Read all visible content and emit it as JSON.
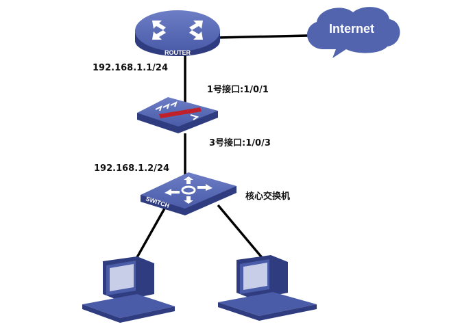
{
  "devices": {
    "router_label": "ROUTER",
    "switch_label": "SWITCH",
    "cloud_label": "Internet"
  },
  "labels": {
    "router_ip": "192.168.1.1/24",
    "firewall_port1": "1号接口:1/0/1",
    "firewall_port3": "3号接口:1/0/3",
    "switch_ip": "192.168.1.2/24",
    "switch_name": "核心交换机"
  },
  "colors": {
    "device_blue": "#4a5ba8",
    "device_dark": "#2f3c80",
    "firewall_red": "#c0202a"
  }
}
